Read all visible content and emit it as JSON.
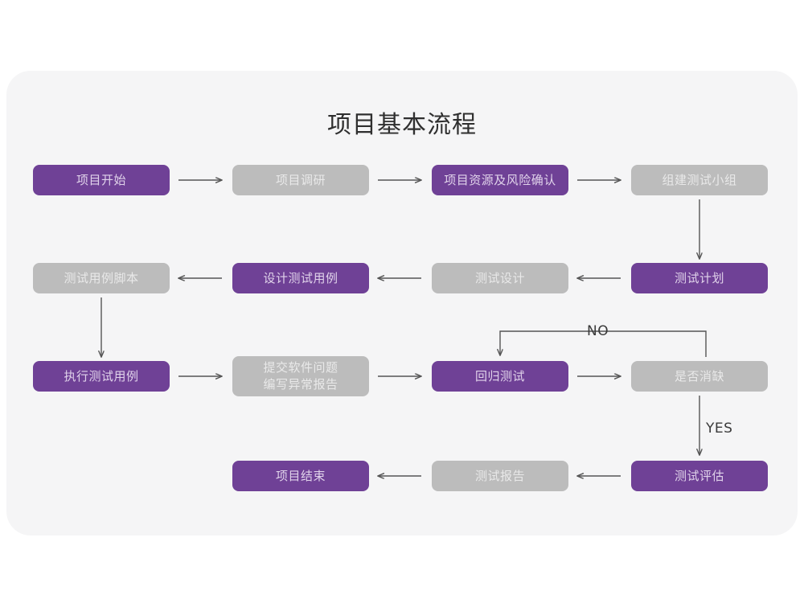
{
  "page": {
    "background": "#ffffff",
    "card_background": "#f5f5f6"
  },
  "diagram": {
    "title": "项目基本流程",
    "colors": {
      "node_active": "#6f4196",
      "node_active_text": "#e0d2ea",
      "node_inactive": "#bcbcbc",
      "node_inactive_text": "#e9e9e9",
      "connector": "#555555"
    },
    "nodes": [
      {
        "id": "n1",
        "label": "项目开始",
        "state": "purple",
        "row": 1
      },
      {
        "id": "n2",
        "label": "项目调研",
        "state": "gray",
        "row": 1
      },
      {
        "id": "n3",
        "label": "项目资源及风险确认",
        "state": "purple",
        "row": 1
      },
      {
        "id": "n4",
        "label": "组建测试小组",
        "state": "gray",
        "row": 1
      },
      {
        "id": "n5",
        "label": "测试用例脚本",
        "state": "gray",
        "row": 2
      },
      {
        "id": "n6",
        "label": "设计测试用例",
        "state": "purple",
        "row": 2
      },
      {
        "id": "n7",
        "label": "测试设计",
        "state": "gray",
        "row": 2
      },
      {
        "id": "n8",
        "label": "测试计划",
        "state": "purple",
        "row": 2
      },
      {
        "id": "n9",
        "label": "执行测试用例",
        "state": "purple",
        "row": 3
      },
      {
        "id": "n10",
        "label": "提交软件问题\n编写异常报告",
        "state": "gray",
        "row": 3
      },
      {
        "id": "n11",
        "label": "回归测试",
        "state": "purple",
        "row": 3
      },
      {
        "id": "n12",
        "label": "是否消缺",
        "state": "gray",
        "row": 3
      },
      {
        "id": "n13",
        "label": "项目结束",
        "state": "purple",
        "row": 4
      },
      {
        "id": "n14",
        "label": "测试报告",
        "state": "gray",
        "row": 4
      },
      {
        "id": "n15",
        "label": "测试评估",
        "state": "purple",
        "row": 4
      }
    ],
    "edge_labels": {
      "no": "NO",
      "yes": "YES"
    }
  }
}
